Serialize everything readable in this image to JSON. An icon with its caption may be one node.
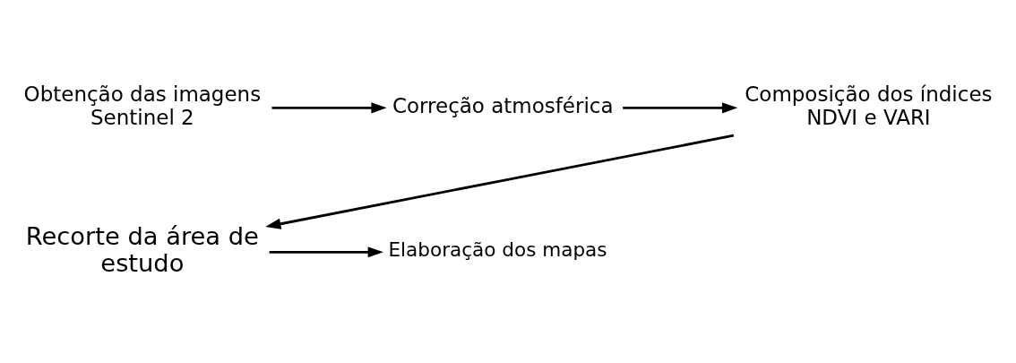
{
  "diagram": {
    "nodes": [
      {
        "text": [
          "Obtenção das imagens Sentinel 2"
        ]
      },
      {
        "text": [
          "Correção atmosférica"
        ]
      },
      {
        "text": [
          "Composição dos índices NDVI e VARI"
        ]
      },
      {
        "text": [
          "Recorte da área de estudo"
        ]
      },
      {
        "text": [
          "Elaboração dos mapas"
        ]
      }
    ],
    "edges": [
      {
        "from": 0,
        "to": 1,
        "arrow": "to"
      },
      {
        "from": 1,
        "to": 2,
        "arrow": "to"
      },
      {
        "from": 2,
        "to": 3,
        "arrow": "to"
      },
      {
        "from": 3,
        "to": 4,
        "arrow": "to"
      }
    ]
  }
}
